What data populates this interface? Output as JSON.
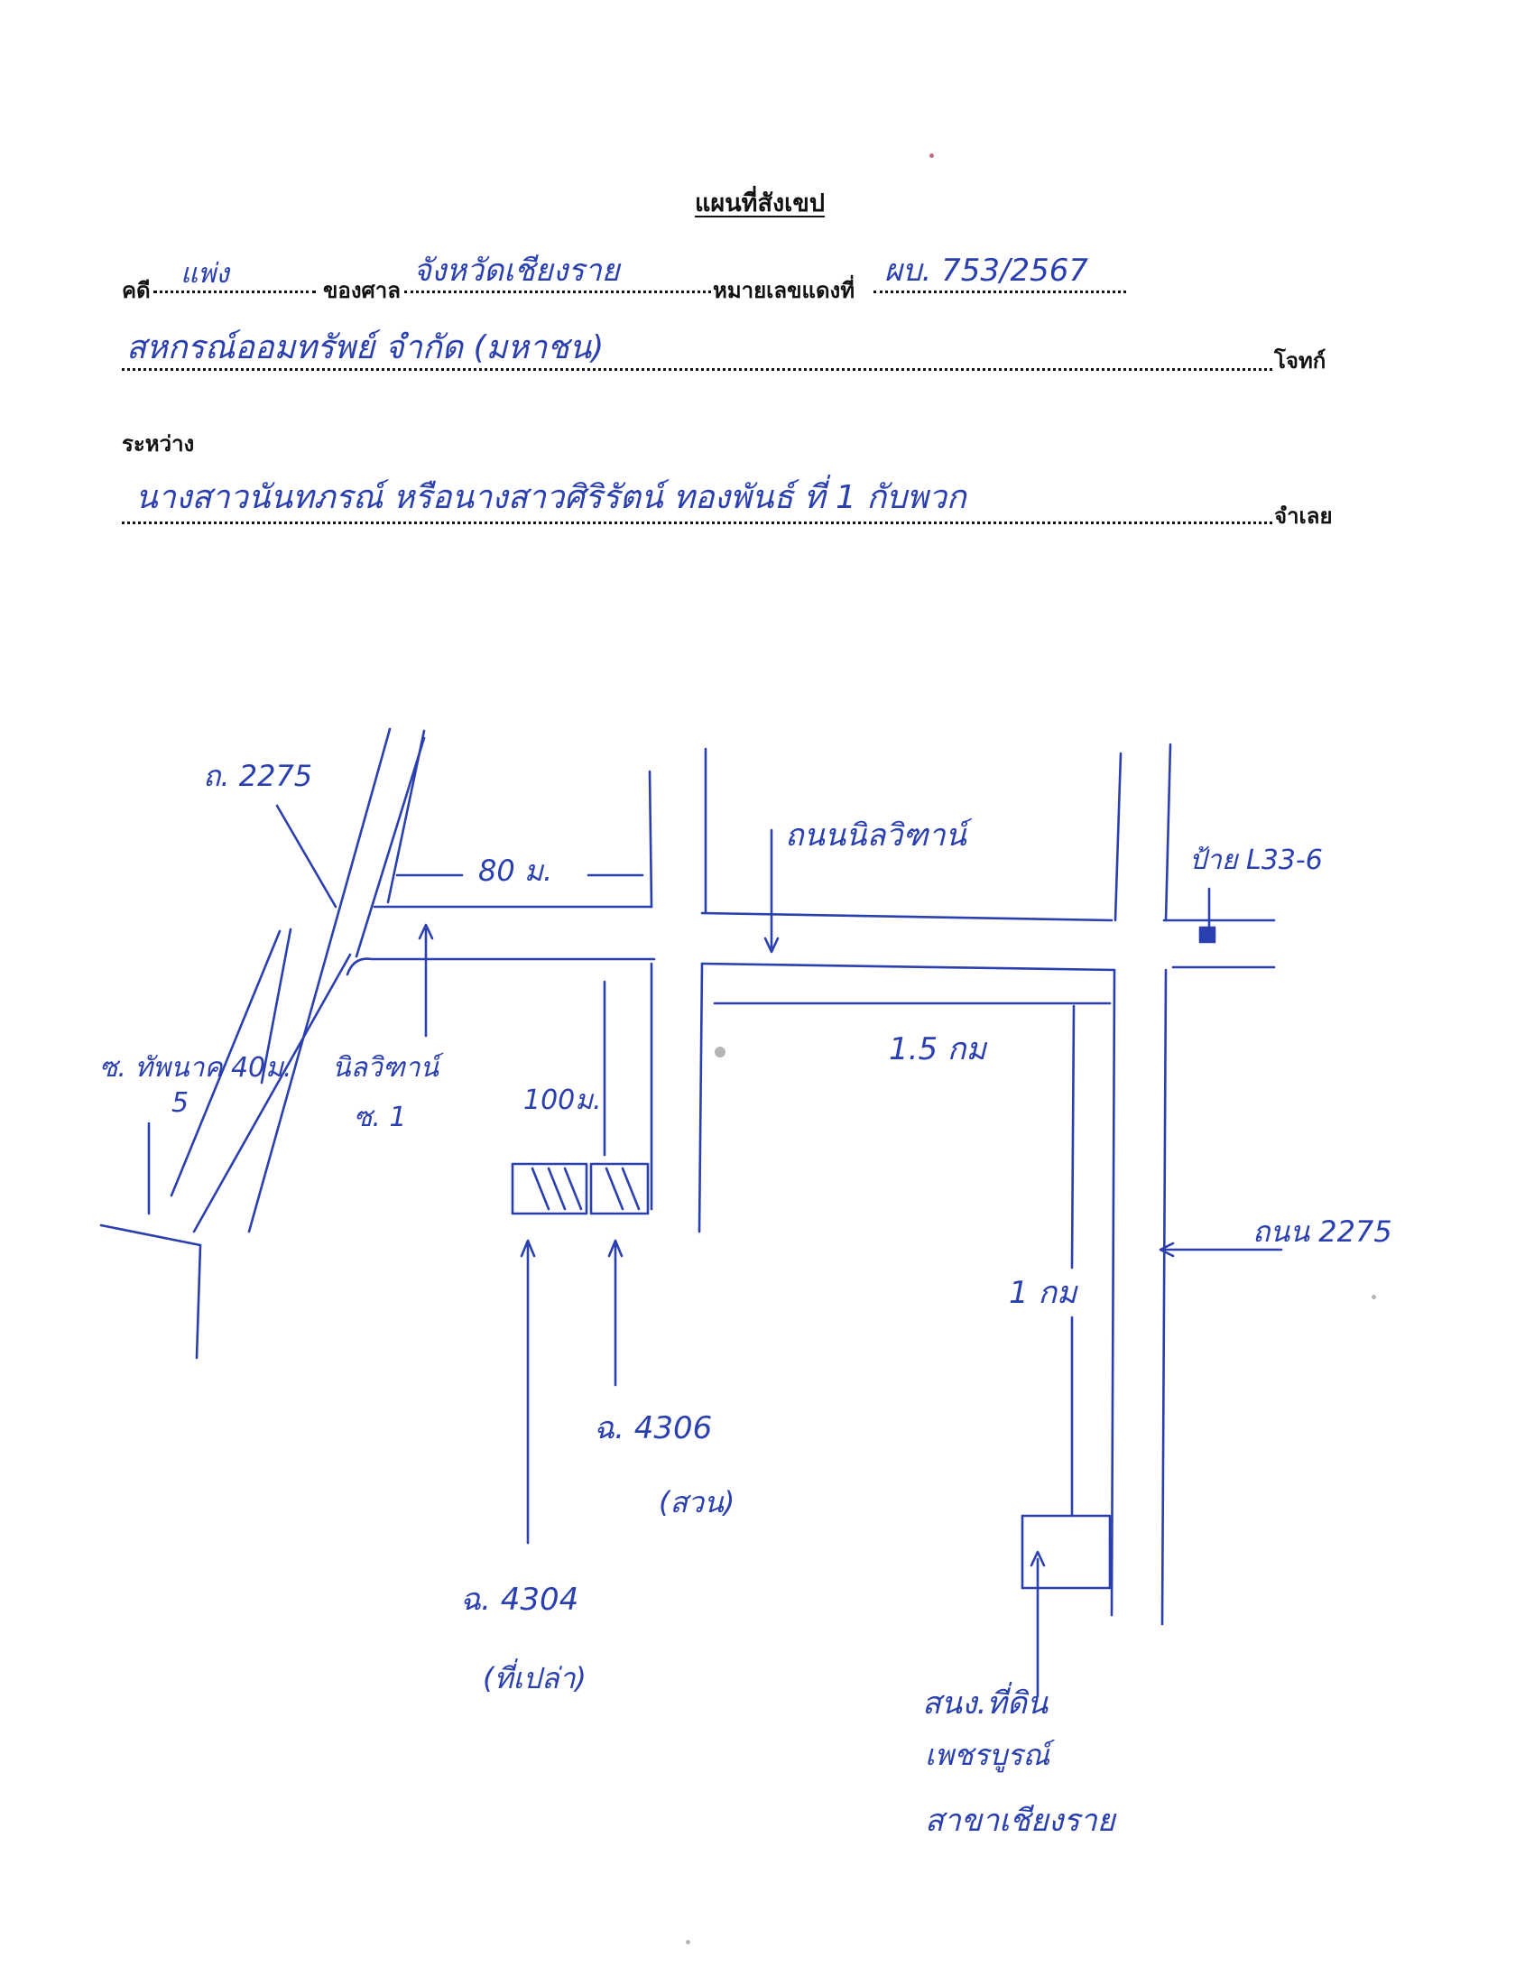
{
  "header": {
    "title": "แผนที่สังเขป",
    "case_label": "คดี",
    "case_value": "แพ่ง",
    "court_label": "ของศาล",
    "court_value": "จังหวัดเชียงราย",
    "redcase_label": "หมายเลขแดงที่",
    "redcase_value": "ผบ. 753/2567",
    "plaintiff_value": "สหกรณ์ออมทรัพย์ จำกัด (มหาชน)",
    "plaintiff_label": "โจทก์",
    "between_label": "ระหว่าง",
    "defendant_value": "นางสาวนันทภรณ์ หรือนางสาวศิริรัตน์ ทองพันธ์ ที่ 1 กับพวก",
    "defendant_label": "จำเลย"
  },
  "map": {
    "road_top_left": "ถ. 2275",
    "road_top_middle": "ถนนนิลวิฑาน์",
    "marker_top_right": "ป้าย L33-6",
    "dist_80m": "80 ม.",
    "soi_left": "ซ. ทัพนาค 40ม.",
    "soi_left_num": "5",
    "soi_nilvithan": "นิลวิฑาน์",
    "soi_nilvithan_num": "ซ. 1",
    "dist_100m": "100ม.",
    "dist_1_5km": "1.5 กม",
    "dist_1km": "1 กม",
    "road_right": "ถนน 2275",
    "plot_4306": "ฉ. 4306",
    "plot_4306_note": "(สวน)",
    "plot_4304": "ฉ. 4304",
    "plot_4304_note": "(ที่เปล่า)",
    "office_line1": "สนง.ที่ดิน",
    "office_line2": "เพชรบูรณ์",
    "office_line3": "สาขาเชียงราย"
  },
  "colors": {
    "ink_blue": "#2a3fb0",
    "print_black": "#111111",
    "paper": "#ffffff"
  }
}
